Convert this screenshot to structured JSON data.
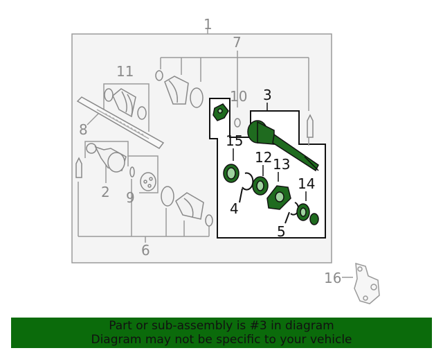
{
  "callouts": {
    "c1": "1",
    "c2": "2",
    "c3": "3",
    "c4": "4",
    "c5": "5",
    "c6": "6",
    "c7": "7",
    "c8": "8",
    "c9": "9",
    "c10": "10",
    "c11": "11",
    "c12": "12",
    "c13": "13",
    "c14": "14",
    "c15": "15",
    "c16": "16"
  },
  "banner": {
    "line1": "Part or sub-assembly is #3 in diagram",
    "line2": "Diagram may not be specific to your vehicle"
  },
  "colors": {
    "highlight": "#1f6b1f",
    "outline": "#999999",
    "banner_bg": "#0b6b0b"
  }
}
